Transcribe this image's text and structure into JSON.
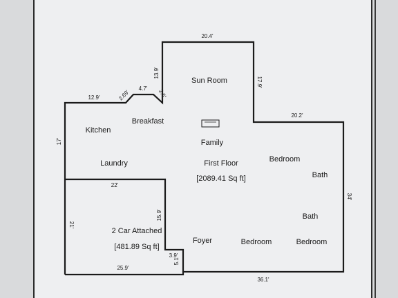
{
  "floor_plan": {
    "main_area": {
      "name": "First Floor",
      "area": "[2089.41 Sq ft]"
    },
    "garage": {
      "name": "2 Car Attached",
      "area": "[481.89 Sq ft]"
    },
    "rooms": {
      "sun_room": "Sun Room",
      "kitchen": "Kitchen",
      "breakfast": "Breakfast",
      "family": "Family",
      "laundry": "Laundry",
      "bedroom_1": "Bedroom",
      "bath_1": "Bath",
      "bath_2": "Bath",
      "foyer": "Foyer",
      "bedroom_2": "Bedroom",
      "bedroom_3": "Bedroom"
    },
    "dimensions": {
      "top_sunroom": "20.4'",
      "sunroom_right": "17.9'",
      "sunroom_left": "13.9'",
      "right_upper": "20.2'",
      "right_side": "34'",
      "bottom_main": "36.1'",
      "left_upper": "17'",
      "top_left": "12.9'",
      "diag_1": "2.69'",
      "notch_top": "4.7'",
      "diag_2": "2.6'",
      "garage_top": "22'",
      "garage_left": "21'",
      "garage_right": "15.9'",
      "garage_bottom": "25.9'",
      "notch_h": "3.9'",
      "notch_v": "5.1'"
    }
  }
}
